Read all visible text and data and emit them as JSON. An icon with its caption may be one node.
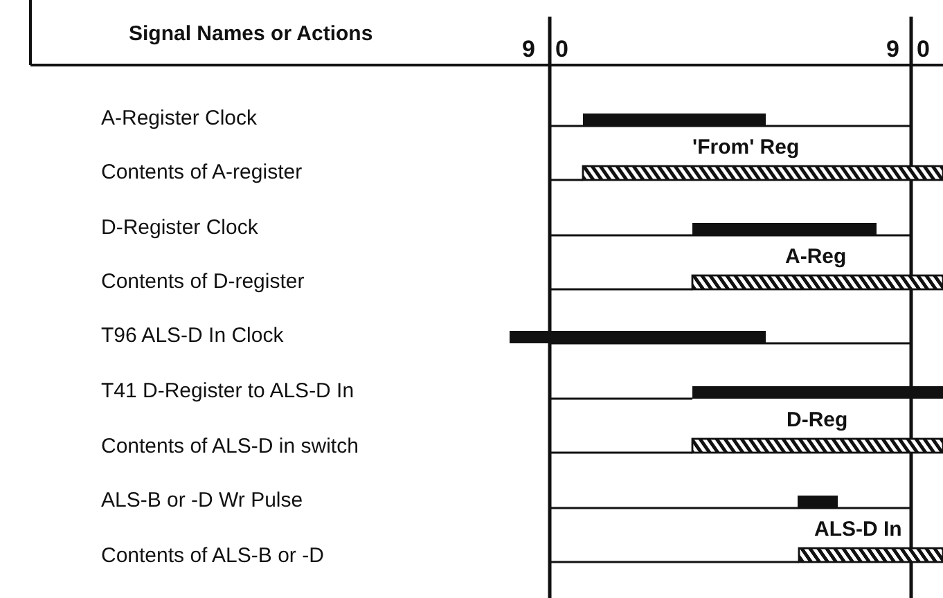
{
  "diagram": {
    "labels": [
      "Signal Names or Actions",
      "9",
      "0",
      "9",
      "0",
      "A-Register Clock",
      "'From' Reg",
      "Contents of A-register",
      "D-Register Clock",
      "A-Reg",
      "Contents of D-register",
      "T96 ALS-D In Clock",
      "T41 D-Register to ALS-D In",
      "D-Reg",
      "Contents of ALS-D in switch",
      "ALS-B or -D Wr Pulse",
      "ALS-D In",
      "Contents of ALS-B or -D"
    ]
  }
}
